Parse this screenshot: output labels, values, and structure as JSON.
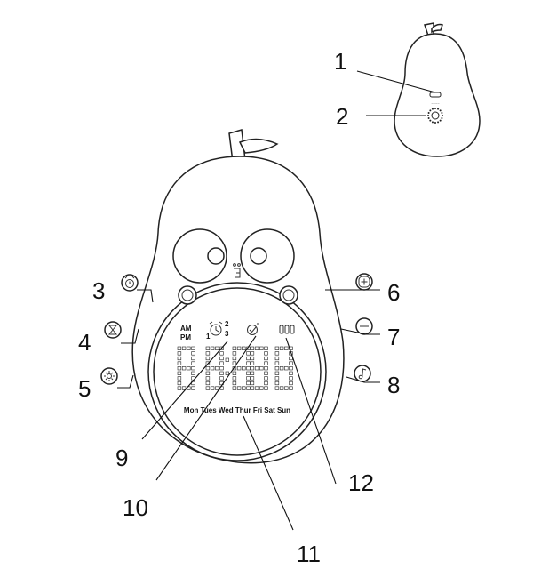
{
  "callouts": [
    "1",
    "2",
    "3",
    "4",
    "5",
    "6",
    "7",
    "8",
    "9",
    "10",
    "11",
    "12"
  ],
  "display": {
    "am": "AM",
    "pm": "PM",
    "alarm_number_1": "1",
    "alarm_number_2": "2",
    "alarm_number_3": "3",
    "weekdays": "Mon Tues Wed Thur Fri Sat Sun"
  },
  "icons": {
    "back_port": "port-slot-icon",
    "back_light": "light-sensor-icon",
    "button_3": "alarm-clock-icon",
    "button_4": "hourglass-timer-icon",
    "button_5": "light-sun-icon",
    "button_6": "plus-icon",
    "button_7": "minus-icon",
    "button_8": "music-note-icon"
  }
}
